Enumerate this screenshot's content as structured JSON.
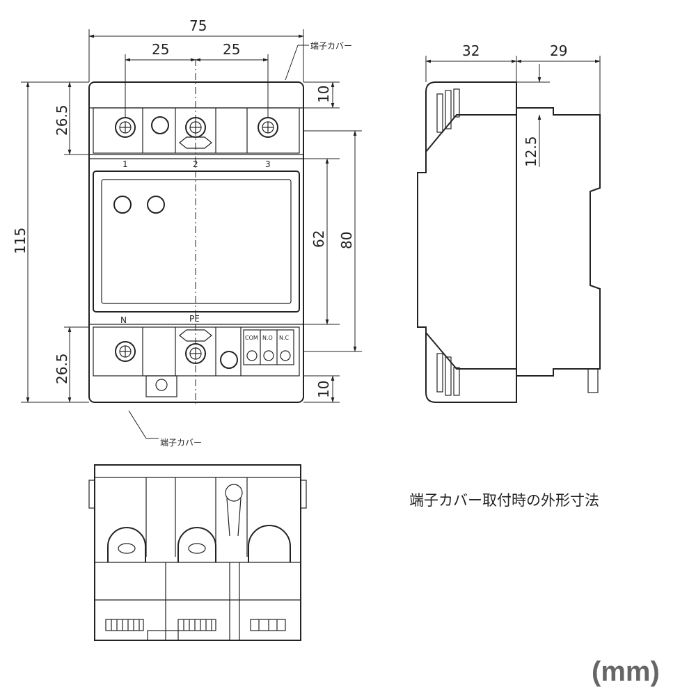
{
  "front_view": {
    "dimensions": {
      "overall_width": "75",
      "pitch_left": "25",
      "pitch_right": "25",
      "overall_height": "115",
      "top_terminal": "26.5",
      "bottom_terminal": "26.5",
      "top_cover": "10",
      "bottom_cover": "10",
      "window_height": "62",
      "body_height": "80"
    },
    "terminal_labels": {
      "t1": "1",
      "t2": "2",
      "t3": "3",
      "n": "N",
      "pe": "PE"
    },
    "aux_contact_labels": [
      "COM",
      "N.O",
      "N.C"
    ],
    "callout_top": "端子カバー",
    "callout_bottom": "端子カバー"
  },
  "side_view": {
    "dimensions": {
      "depth_front": "32",
      "depth_rear": "29",
      "offset": "12.5"
    }
  },
  "caption": "端子カバー取付時の外形寸法",
  "unit": "(mm)"
}
